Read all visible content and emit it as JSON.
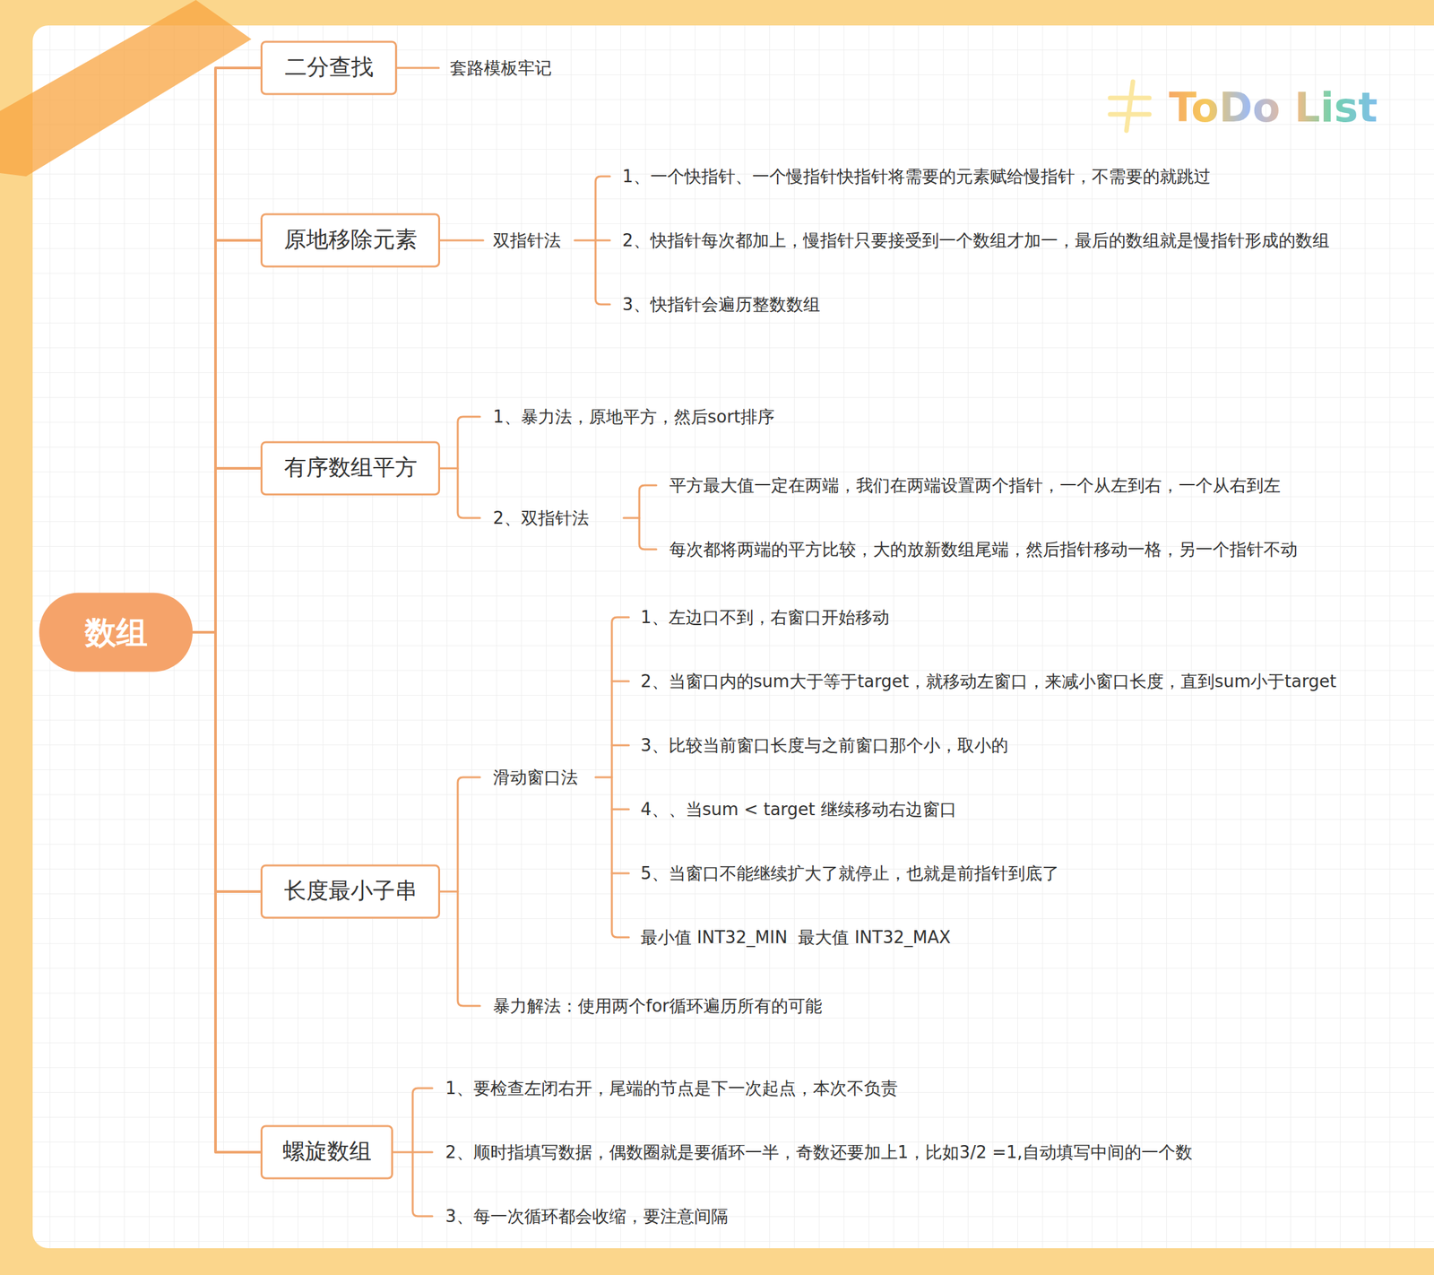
{
  "diagram": {
    "nodes": [
      {
        "text": [
          "数组"
        ]
      },
      {
        "text": [
          "二分查找"
        ]
      },
      {
        "text": [
          "原地移除元素"
        ]
      },
      {
        "text": [
          "有序数组平方"
        ]
      },
      {
        "text": [
          "长度最小子串"
        ]
      },
      {
        "text": [
          "螺旋数组"
        ]
      }
    ],
    "edges": [
      {
        "from": 0,
        "to": 1,
        "arrow": "none"
      },
      {
        "from": 0,
        "to": 2,
        "arrow": "none"
      },
      {
        "from": 0,
        "to": 3,
        "arrow": "none"
      },
      {
        "from": 0,
        "to": 4,
        "arrow": "none"
      },
      {
        "from": 0,
        "to": 5,
        "arrow": "none"
      }
    ],
    "labels": [
      "套路模板牢记",
      "双指针法",
      "1、一个快指针、一个慢指针快指针将需要的元素赋给慢指针，不需要的就跳过",
      "2、快指针每次都加上，慢指针只要接受到一个数组才加一，最后的数组就是慢指针形成的数组",
      "3、快指针会遍历整数数组",
      "1、暴力法，原地平方，然后sort排序",
      "2、双指针法",
      "平方最大值一定在两端，我们在两端设置两个指针，一个从左到右，一个从右到左",
      "每次都将两端的平方比较，大的放新数组尾端，然后指针移动一格，另一个指针不动",
      "滑动窗口法",
      "1、左边口不到，右窗口开始移动",
      "2、当窗口内的sum大于等于target，就移动左窗口，来减小窗口长度，直到sum小于target",
      "3、比较当前窗口长度与之前窗口那个小，取小的",
      "4、、当sum < target 继续移动右边窗口",
      "5、当窗口不能继续扩大了就停止，也就是前指针到底了",
      "最小值 INT32_MIN  最大值 INT32_MAX",
      "暴力解法：使用两个for循环遍历所有的可能",
      "1、要检查左闭右开，尾端的节点是下一次起点，本次不负责",
      "2、顺时指填写数据，偶数圈就是要循环一半，奇数还要加上1，比如3/2 =1,自动填写中间的一个数",
      "3、每一次循环都会收缩，要注意间隔",
      "ToDo List"
    ]
  }
}
